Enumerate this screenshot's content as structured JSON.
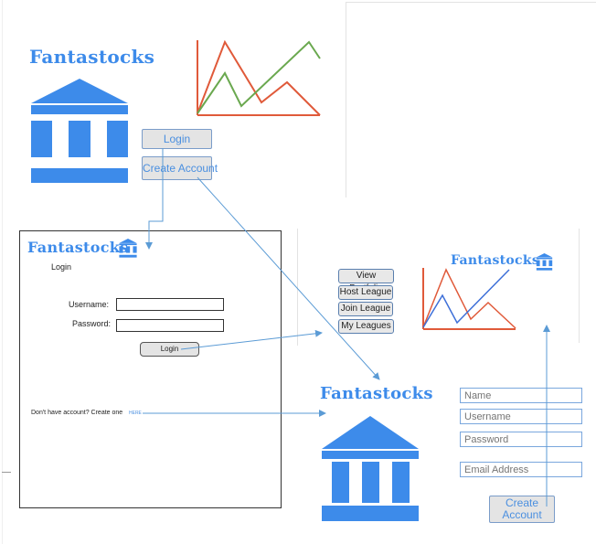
{
  "brand": {
    "name": "Fantastocks"
  },
  "landing": {
    "login_label": "Login",
    "create_account_label": "Create Account"
  },
  "login_page": {
    "title": "Login",
    "username_label": "Username:",
    "password_label": "Password:",
    "username_value": "",
    "password_value": "",
    "login_button": "Login",
    "no_account_text": "Don't have account? Create one",
    "here_link": "HERE"
  },
  "dashboard": {
    "menu": [
      "View Portfolio",
      "Host League",
      "Join League",
      "My Leagues"
    ]
  },
  "register": {
    "name_placeholder": "Name",
    "username_placeholder": "Username",
    "password_placeholder": "Password",
    "email_placeholder": "Email Address",
    "create_label": "Create Account"
  },
  "colors": {
    "brand_blue": "#3d8bea",
    "flow_arrow": "#5b9bd5",
    "chart_red": "#e05a3a",
    "chart_green": "#6aa84f"
  },
  "icons": [
    "bank-icon",
    "line-chart-icon"
  ]
}
